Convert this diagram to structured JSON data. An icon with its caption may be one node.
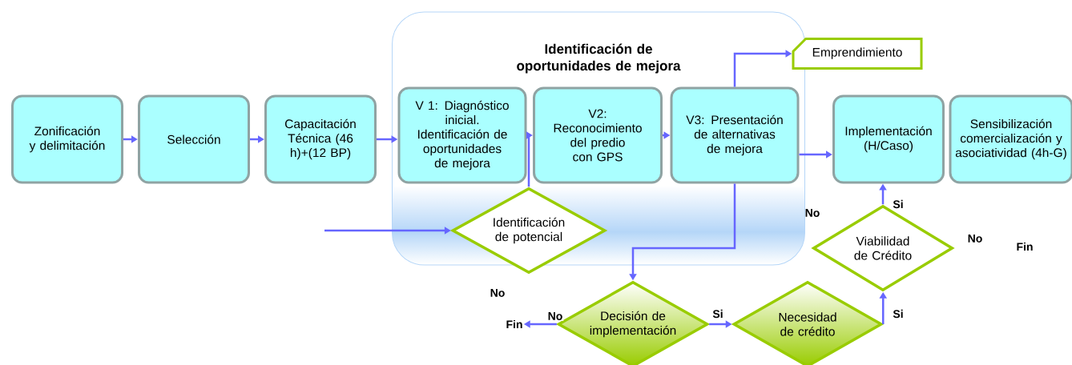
{
  "diagram": {
    "nodes": [
      {
        "text": [
          "Identificación de oportunidades de mejora"
        ]
      },
      {
        "text": [
          "Zonificación y delimitación"
        ]
      },
      {
        "text": [
          "Selección"
        ]
      },
      {
        "text": [
          "Capacitación Técnica (46 h)+(12 BP)"
        ]
      },
      {
        "text": [
          "V 1: Diagnóstico inicial. Identificación de oportunidades de mejora"
        ],
        "in": 0
      },
      {
        "text": [
          "V2: Reconocimiento del predio con GPS"
        ],
        "in": 0
      },
      {
        "text": [
          "V3: Presentación de alternativas de mejora"
        ],
        "in": 0
      },
      {
        "text": [
          "Emprendimiento"
        ]
      },
      {
        "text": [
          "Implementación (H/Caso)"
        ]
      },
      {
        "text": [
          "Sensibilización comercialización y asociatividad (4h-G)"
        ]
      },
      {
        "text": [
          "Identificación de potencial"
        ]
      },
      {
        "text": [
          "Decisión de implementación"
        ]
      },
      {
        "text": [
          "Necesidad de crédito"
        ]
      },
      {
        "text": [
          "Viabilidad de Crédito"
        ]
      },
      {
        "text": [
          "Fin"
        ]
      }
    ],
    "edges": [
      {
        "from": 1,
        "to": 2,
        "arrow": "to"
      },
      {
        "from": 2,
        "to": 3,
        "arrow": "to"
      },
      {
        "from": 3,
        "to": 4,
        "arrow": "to"
      },
      {
        "from": null,
        "to": 10,
        "arrow": "to"
      },
      {
        "from": 10,
        "to": 5,
        "arrow": "to"
      },
      {
        "from": 5,
        "to": 6,
        "arrow": "to"
      },
      {
        "from": 6,
        "to": 7,
        "arrow": "to"
      },
      {
        "from": 6,
        "to": 8,
        "arrow": "to"
      },
      {
        "from": 6,
        "to": 11,
        "arrow": "to"
      },
      {
        "from": 11,
        "to": 14,
        "arrow": "to",
        "label": "No"
      },
      {
        "from": 11,
        "to": 12,
        "arrow": "to",
        "label": "Si"
      },
      {
        "from": 12,
        "to": 13,
        "arrow": "to",
        "label": "Si"
      },
      {
        "from": 13,
        "to": 8,
        "arrow": "to",
        "label": "Si"
      }
    ],
    "labels": [
      "No",
      "No",
      "No",
      "Fin"
    ]
  }
}
